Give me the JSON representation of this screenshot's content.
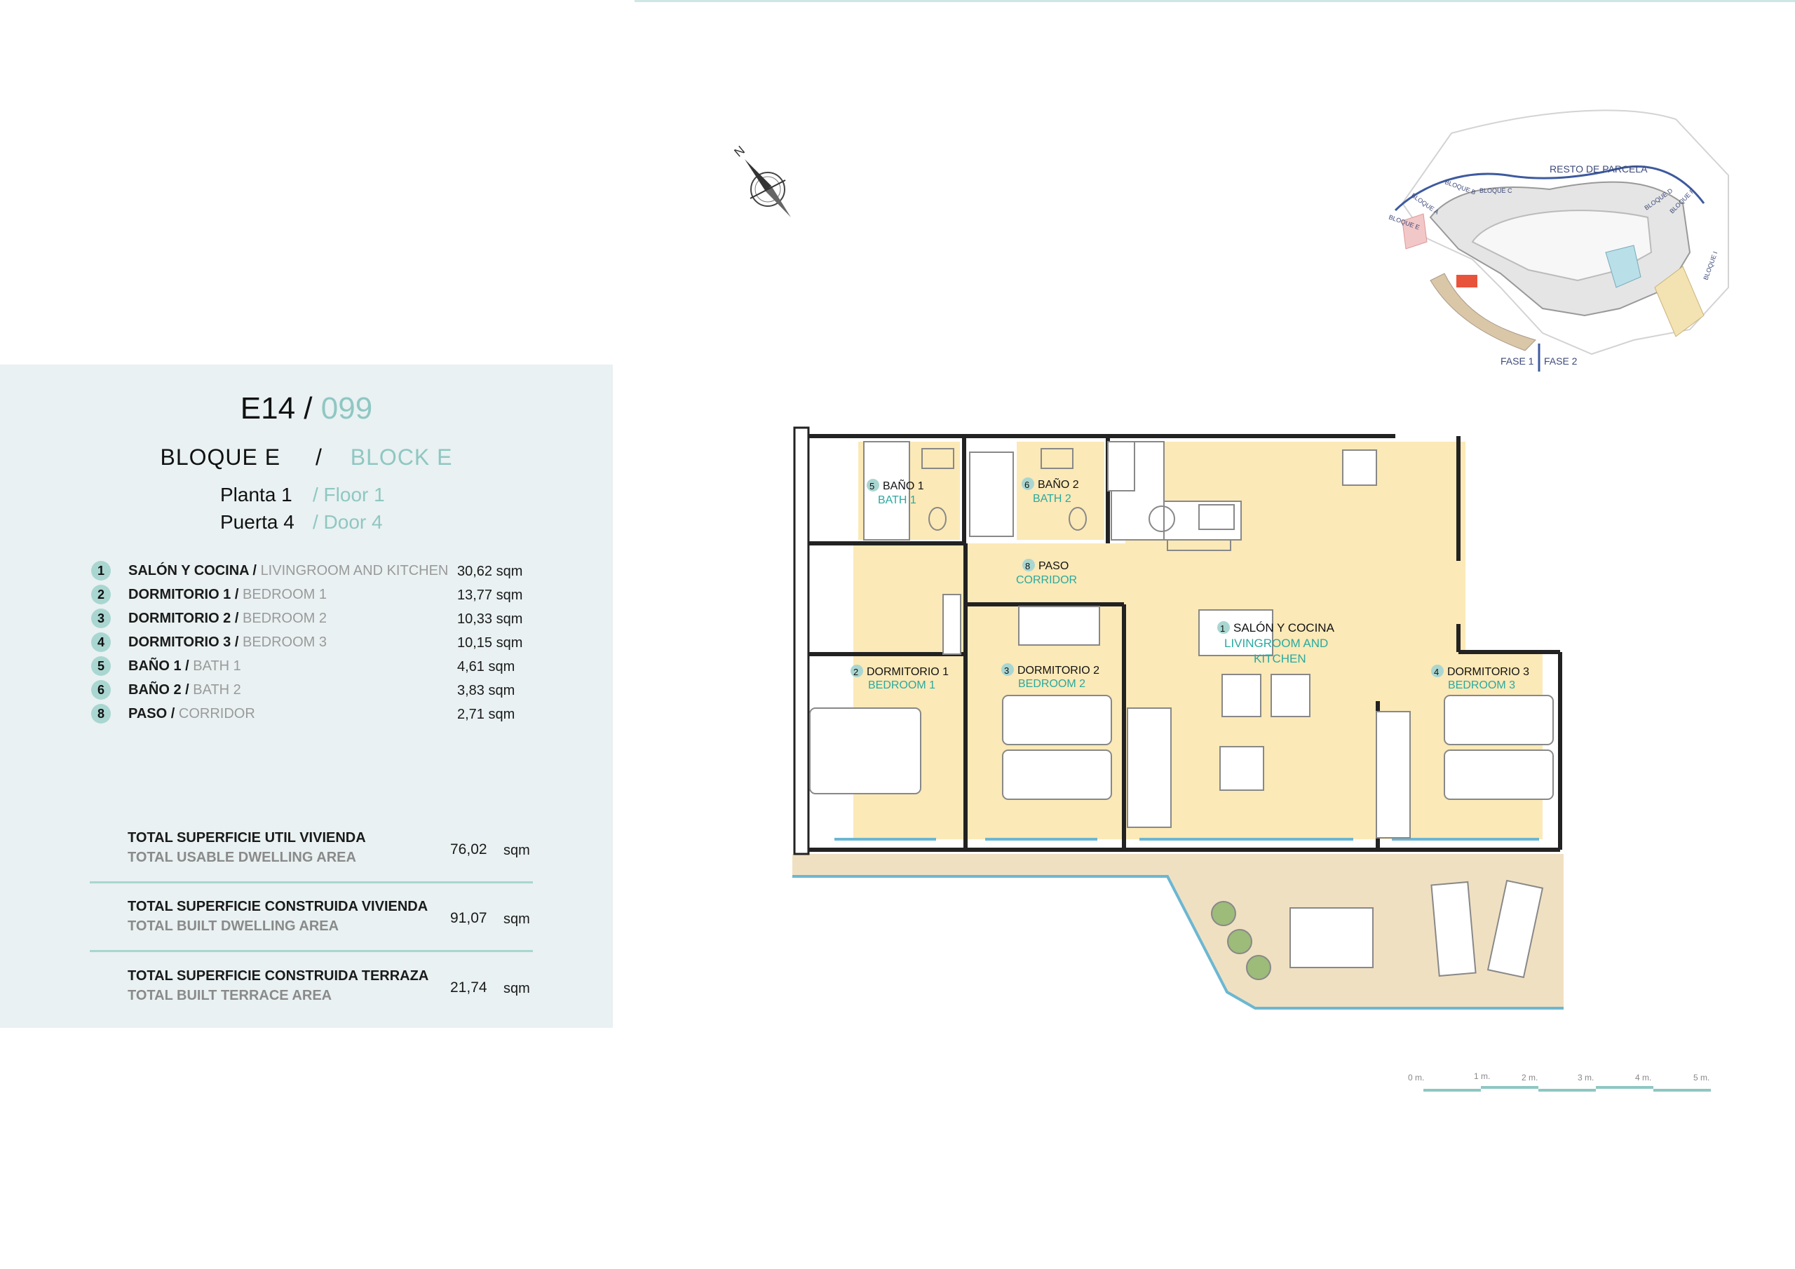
{
  "unit": {
    "code": "E14 /",
    "number": "099",
    "block_es": "BLOQUE  E",
    "slash": "/",
    "block_en": "BLOCK   E",
    "floor_es": "Planta 1",
    "floor_en": "/ Floor   1",
    "door_es": "Puerta 4",
    "door_en": "/ Door   4"
  },
  "rooms": [
    {
      "n": "1",
      "es": "SALÓN Y COCINA /",
      "en": "LIVINGROOM AND KITCHEN",
      "area": "30,62  sqm"
    },
    {
      "n": "2",
      "es": "DORMITORIO 1 /",
      "en": "BEDROOM 1",
      "area": "13,77  sqm"
    },
    {
      "n": "3",
      "es": "DORMITORIO 2 /",
      "en": "BEDROOM 2",
      "area": "10,33  sqm"
    },
    {
      "n": "4",
      "es": "DORMITORIO 3 /",
      "en": "BEDROOM 3",
      "area": "10,15  sqm"
    },
    {
      "n": "5",
      "es": "BAÑO 1 /",
      "en": "BATH 1",
      "area": "4,61  sqm"
    },
    {
      "n": "6",
      "es": "BAÑO 2 /",
      "en": "BATH 2",
      "area": "3,83  sqm"
    },
    {
      "n": "8",
      "es": "PASO /",
      "en": "CORRIDOR",
      "area": "2,71  sqm"
    }
  ],
  "totals": [
    {
      "es": "TOTAL SUPERFICIE UTIL VIVIENDA",
      "en": "TOTAL USABLE DWELLING AREA",
      "value": "76,02",
      "unit": "sqm"
    },
    {
      "es": "TOTAL SUPERFICIE CONSTRUIDA VIVIENDA",
      "en": "TOTAL BUILT DWELLING AREA",
      "value": "91,07",
      "unit": "sqm"
    },
    {
      "es": "TOTAL SUPERFICIE CONSTRUIDA TERRAZA",
      "en": "TOTAL BUILT TERRACE AREA",
      "value": "21,74",
      "unit": "sqm"
    }
  ],
  "compass": {
    "label": "N"
  },
  "plan_labels": {
    "bath1": {
      "n": "5",
      "es": "BAÑO 1",
      "en": "BATH 1"
    },
    "bath2": {
      "n": "6",
      "es": "BAÑO 2",
      "en": "BATH 2"
    },
    "corridor": {
      "n": "8",
      "es": "PASO",
      "en": "CORRIDOR"
    },
    "living": {
      "n": "1",
      "es": "SALÓN Y COCINA",
      "en1": "LIVINGROOM AND",
      "en2": "KITCHEN"
    },
    "bed1": {
      "n": "2",
      "es": "DORMITORIO 1",
      "en": "BEDROOM 1"
    },
    "bed2": {
      "n": "3",
      "es": "DORMITORIO 2",
      "en": "BEDROOM 2"
    },
    "bed3": {
      "n": "4",
      "es": "DORMITORIO 3",
      "en": "BEDROOM 3"
    }
  },
  "site_map": {
    "resto": "RESTO DE PARCELA",
    "fase1": "FASE 1",
    "fase2": "FASE 2",
    "bloques": [
      "BLOQUE E",
      "BLOQUE A",
      "BLOQUE B",
      "BLOQUE C",
      "BLOQUE D",
      "BLOQUE F",
      "BLOQUE I"
    ]
  },
  "scale": {
    "ticks": [
      "0 m.",
      "1 m.",
      "2 m.",
      "3 m.",
      "4 m.",
      "5 m."
    ]
  },
  "colors": {
    "accent": "#8fc7c2",
    "panel_bg": "#e9f1f2",
    "room_fill": "#fbe9b7",
    "plan_text": "#2aa9a0",
    "unit_highlight": "#e8533c"
  }
}
